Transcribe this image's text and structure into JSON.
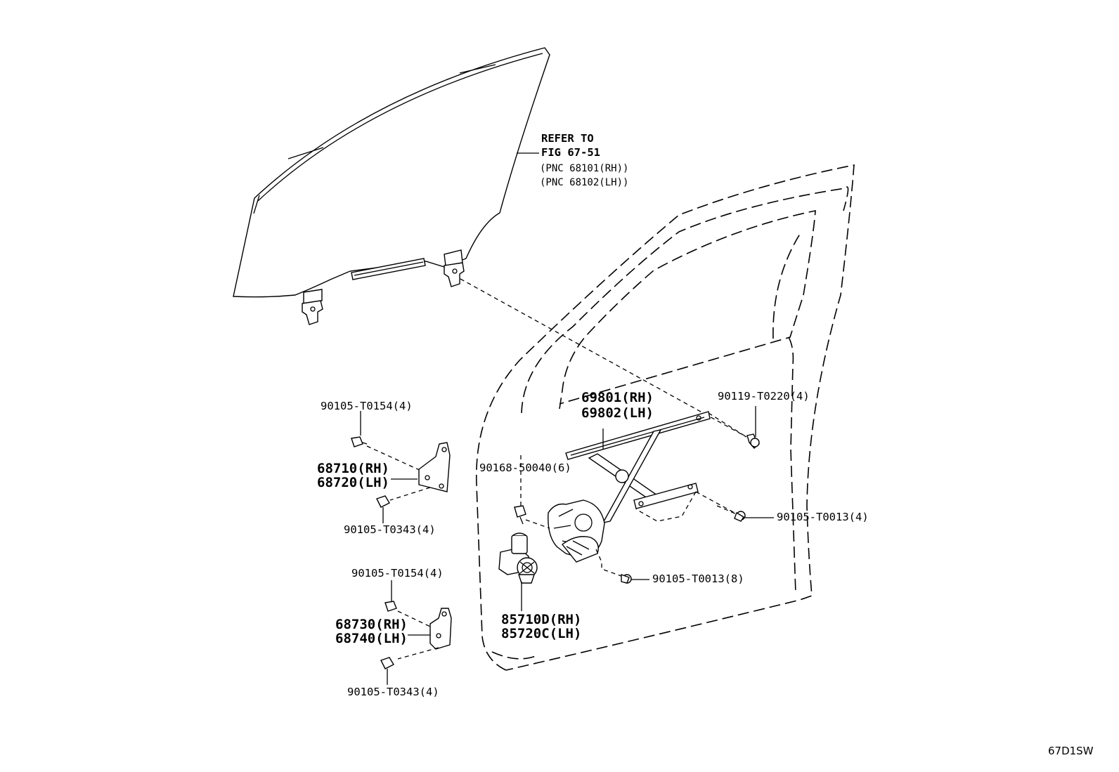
{
  "glass_reference": {
    "line1": "REFER TO",
    "line2": "FIG 67-51",
    "line3": "(PNC 68101(RH))",
    "line4": "(PNC 68102(LH))"
  },
  "parts": {
    "bolt_upper_hinge_top": "90105-T0154(4)",
    "upper_hinge_rh": "68710(RH)",
    "upper_hinge_lh": "68720(LH)",
    "bolt_upper_hinge_bottom": "90105-T0343(4)",
    "bolt_lower_hinge_top": "90105-T0154(4)",
    "lower_hinge_rh": "68730(RH)",
    "lower_hinge_lh": "68740(LH)",
    "bolt_lower_hinge_bottom": "90105-T0343(4)",
    "regulator_rh": "69801(RH)",
    "regulator_lh": "69802(LH)",
    "bolt_regulator_top": "90119-T0220(4)",
    "nut_regulator": "90168-50040(6)",
    "bolt_regulator_right": "90105-T0013(4)",
    "bolt_motor": "90105-T0013(8)",
    "motor_rh": "85710D(RH)",
    "motor_lh": "85720C(LH)"
  },
  "figure_code": "67D1SW"
}
